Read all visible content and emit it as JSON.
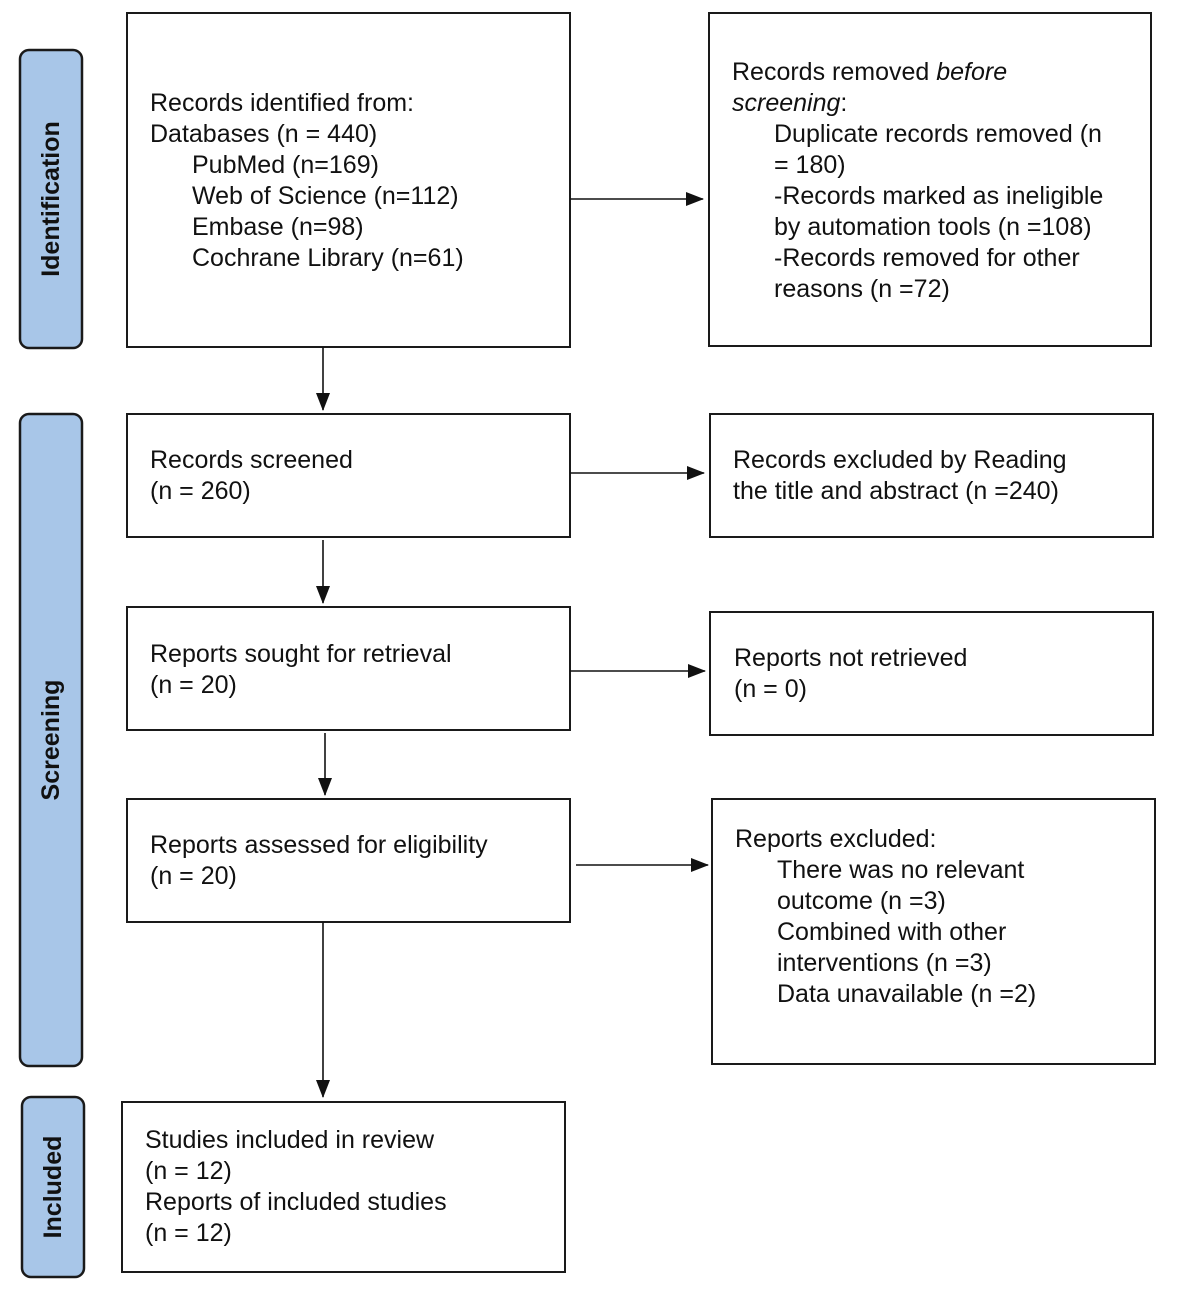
{
  "colors": {
    "phase_fill": "#a8c6e8",
    "phase_stroke": "#1a1a1a",
    "box_stroke": "#1a1a1a",
    "arrow": "#111111"
  },
  "phases": {
    "identification": "Identification",
    "screening": "Screening",
    "included": "Included"
  },
  "identified": {
    "line1": "Records identified from:",
    "line2": "Databases (n = 440)",
    "pubmed": "PubMed (n=169)",
    "wos": "Web of Science (n=112)",
    "embase": "Embase (n=98)",
    "cochrane": "Cochrane Library (n=61)"
  },
  "removed": {
    "lead": "Records removed ",
    "lead_em": "before",
    "lead2_em": "screening",
    "lead2_tail": ":",
    "duplicates_a": "Duplicate records removed (n",
    "duplicates_b": "= 180)",
    "automation_a": "-Records marked as ineligible",
    "automation_b": "by automation tools (n =108)",
    "other_a": "-Records removed for other",
    "other_b": "reasons (n =72)"
  },
  "screened": {
    "line1": "Records screened",
    "line2": "(n = 260)"
  },
  "excluded_screen": {
    "line1": "Records excluded by Reading",
    "line2": "the title and abstract (n =240)"
  },
  "sought": {
    "line1": "Reports sought for retrieval",
    "line2": "(n = 20)"
  },
  "not_retrieved": {
    "line1": "Reports not retrieved",
    "line2": "(n = 0)"
  },
  "assessed": {
    "line1": "Reports assessed for eligibility",
    "line2": "(n = 20)"
  },
  "reports_excluded": {
    "header": "Reports excluded:",
    "r1a": "There was no relevant",
    "r1b": "outcome (n =3)",
    "r2a": "Combined with other",
    "r2b": "interventions (n =3)",
    "r3": "Data unavailable (n =2)"
  },
  "included_box": {
    "line1": "Studies included in review",
    "line2": "(n = 12)",
    "line3": "Reports of included studies",
    "line4": "(n = 12)"
  }
}
